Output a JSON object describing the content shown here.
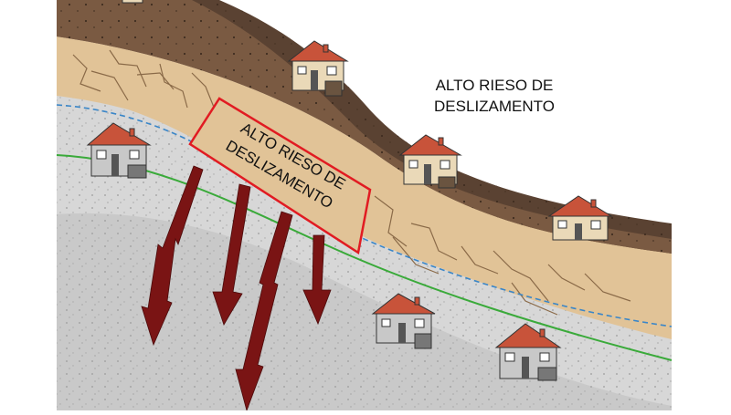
{
  "labels": {
    "top_right": {
      "line1": "ALTO RIESO DE",
      "line2": "DESLIZAMENTO"
    },
    "slide_zone": {
      "line1": "ALTO RIESO DE",
      "line2": "DESLIZAMENTO"
    }
  },
  "colors": {
    "topsoil": "#5a4232",
    "subsoil": "#7a5a42",
    "sandy_layer": "#e1c397",
    "crack_lines": "#8a6a48",
    "bedrock": "#c9c9c9",
    "upper_rock": "#d7d7d7",
    "water_table_line": "#3a86c8",
    "boundary_line": "#3aaa3a",
    "zone_border": "#e11b22",
    "arrow_fill": "#7a1414",
    "house_wall_light": "#ead9b8",
    "house_wall_gray": "#c8c8c8",
    "house_roof": "#c8533a",
    "label_text": "#111111"
  },
  "icons": {
    "house": "house-icon",
    "downward_arrow": "zigzag-arrow-icon"
  }
}
